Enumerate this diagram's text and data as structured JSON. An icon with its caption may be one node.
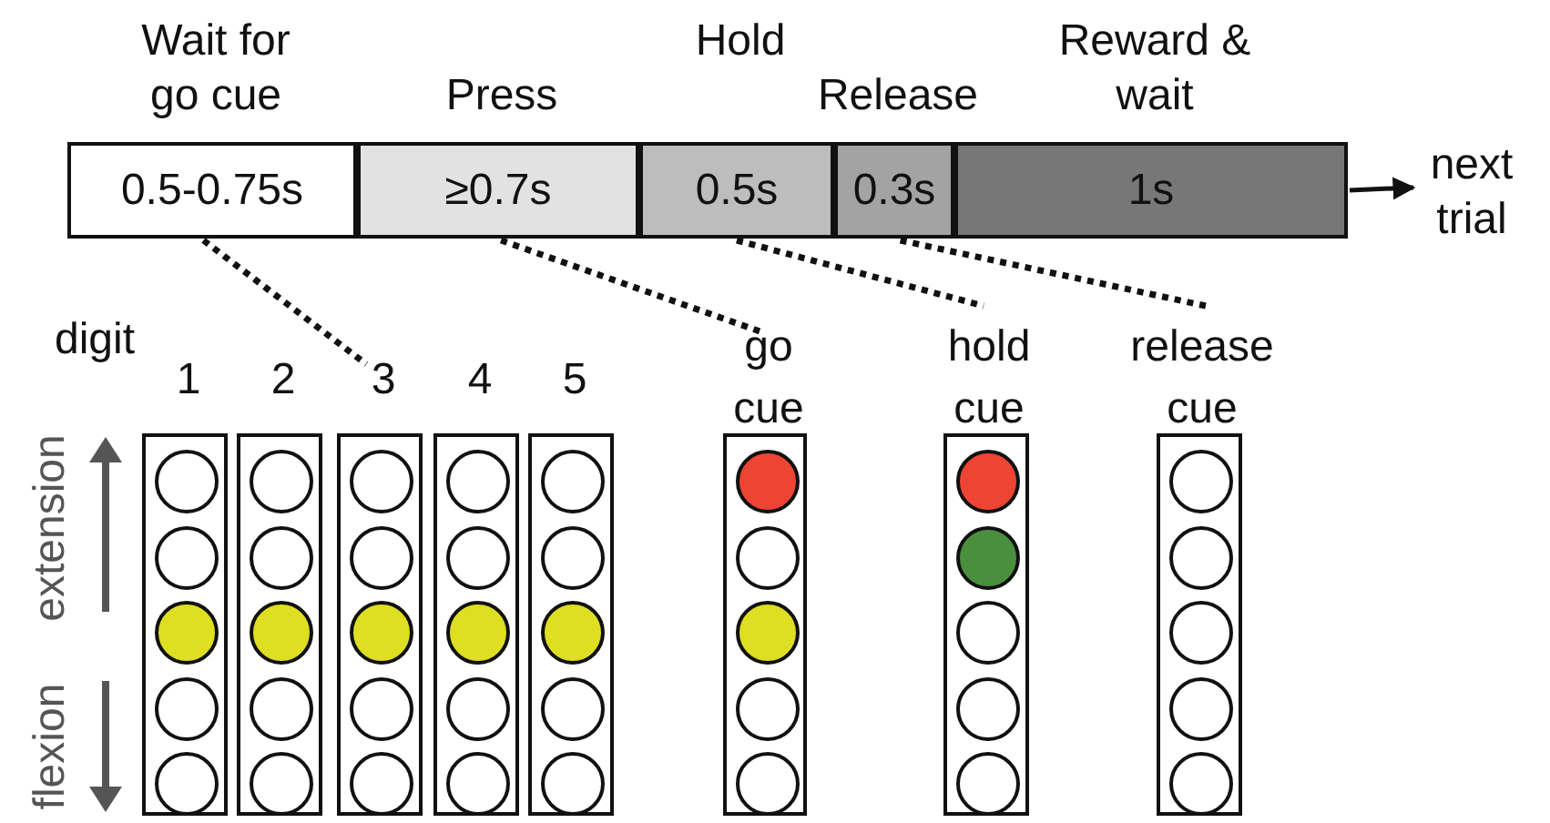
{
  "diagram": {
    "nodes": [
      {
        "text": [
          "Wait for go cue",
          "0.5-0.75s"
        ]
      },
      {
        "text": [
          "Press",
          "≥0.7s"
        ]
      },
      {
        "text": [
          "Hold",
          "0.5s"
        ]
      },
      {
        "text": [
          "Release",
          "0.3s"
        ]
      },
      {
        "text": [
          "Reward & wait",
          "1s"
        ]
      },
      {
        "text": [
          "next trial"
        ]
      },
      {
        "text": [
          "1"
        ]
      },
      {
        "text": [
          "2"
        ]
      },
      {
        "text": [
          "3"
        ]
      },
      {
        "text": [
          "4"
        ]
      },
      {
        "text": [
          "5"
        ]
      },
      {
        "text": [
          "go cue"
        ]
      },
      {
        "text": [
          "hold cue"
        ]
      },
      {
        "text": [
          "release cue"
        ]
      },
      {
        "text": [],
        "shape": "circle",
        "in": 6
      },
      {
        "text": [],
        "shape": "circle",
        "in": 6
      },
      {
        "text": [],
        "shape": "circle",
        "in": 6
      },
      {
        "text": [],
        "shape": "circle",
        "in": 6
      },
      {
        "text": [],
        "shape": "circle",
        "in": 6
      },
      {
        "text": [],
        "shape": "circle",
        "in": 7
      },
      {
        "text": [],
        "shape": "circle",
        "in": 7
      },
      {
        "text": [],
        "shape": "circle",
        "in": 7
      },
      {
        "text": [],
        "shape": "circle",
        "in": 7
      },
      {
        "text": [],
        "shape": "circle",
        "in": 7
      },
      {
        "text": [],
        "shape": "circle",
        "in": 8
      },
      {
        "text": [],
        "shape": "circle",
        "in": 8
      },
      {
        "text": [],
        "shape": "circle",
        "in": 8
      },
      {
        "text": [],
        "shape": "circle",
        "in": 8
      },
      {
        "text": [],
        "shape": "circle",
        "in": 8
      },
      {
        "text": [],
        "shape": "circle",
        "in": 9
      },
      {
        "text": [],
        "shape": "circle",
        "in": 9
      },
      {
        "text": [],
        "shape": "circle",
        "in": 9
      },
      {
        "text": [],
        "shape": "circle",
        "in": 9
      },
      {
        "text": [],
        "shape": "circle",
        "in": 9
      },
      {
        "text": [],
        "shape": "circle",
        "in": 10
      },
      {
        "text": [],
        "shape": "circle",
        "in": 10
      },
      {
        "text": [],
        "shape": "circle",
        "in": 10
      },
      {
        "text": [],
        "shape": "circle",
        "in": 10
      },
      {
        "text": [],
        "shape": "circle",
        "in": 10
      },
      {
        "text": [],
        "shape": "circle",
        "in": 11
      },
      {
        "text": [],
        "shape": "circle",
        "in": 11
      },
      {
        "text": [],
        "shape": "circle",
        "in": 11
      },
      {
        "text": [],
        "shape": "circle",
        "in": 11
      },
      {
        "text": [],
        "shape": "circle",
        "in": 11
      },
      {
        "text": [],
        "shape": "circle",
        "in": 12
      },
      {
        "text": [],
        "shape": "circle",
        "in": 12
      },
      {
        "text": [],
        "shape": "circle",
        "in": 12
      },
      {
        "text": [],
        "shape": "circle",
        "in": 12
      },
      {
        "text": [],
        "shape": "circle",
        "in": 12
      },
      {
        "text": [],
        "shape": "circle",
        "in": 13
      },
      {
        "text": [],
        "shape": "circle",
        "in": 13
      },
      {
        "text": [],
        "shape": "circle",
        "in": 13
      },
      {
        "text": [],
        "shape": "circle",
        "in": 13
      },
      {
        "text": [],
        "shape": "circle",
        "in": 13
      }
    ],
    "edges": [
      {
        "from": 4,
        "to": 5,
        "arrow": "to"
      },
      {
        "from": 0,
        "to": 8,
        "arrow": "none",
        "style": "dashed"
      },
      {
        "from": 1,
        "to": 11,
        "arrow": "none",
        "style": "dashed"
      },
      {
        "from": 2,
        "to": 12,
        "arrow": "none",
        "style": "dashed"
      },
      {
        "from": 3,
        "to": 13,
        "arrow": "none",
        "style": "dashed"
      }
    ],
    "labels": [
      "digit",
      "extension",
      "flexion"
    ]
  }
}
